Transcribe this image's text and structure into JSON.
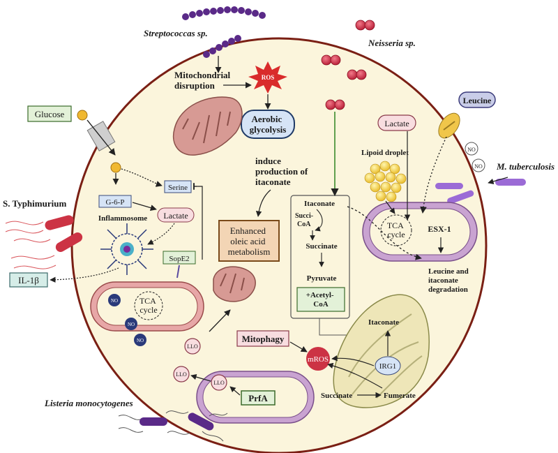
{
  "labels": {
    "streptococcus": "Streptococcas sp.",
    "neisseria": "Neisseria sp.",
    "mito_disruption_1": "Mitochondrial",
    "mito_disruption_2": "disruption",
    "ros": "ROS",
    "aerobic_1": "Aerobic",
    "aerobic_2": "glycolysis",
    "leucine": "Leucine",
    "lactate_top": "Lactate",
    "no_a": "NO",
    "no_b": "NO",
    "m_tuberculosis": "M. tuberculosis",
    "lipoid_droplet": "Lipoid droplet",
    "tca_right_1": "TCA",
    "tca_right_2": "cycle",
    "esx1": "ESX-1",
    "leucine_itaconate_1": "Leucine and",
    "leucine_itaconate_2": "itaconate",
    "leucine_itaconate_3": "degradation",
    "glucose": "Glucose",
    "serine": "Serine",
    "g6p": "G-6-P",
    "lactate_left": "Lactate",
    "inflammosome": "Inflammosome",
    "s_typhimurium": "S. Typhimurium",
    "il1b": "IL-1β",
    "sope2": "SopE2",
    "induce_1": "induce",
    "induce_2": "production of",
    "induce_3": "itaconate",
    "oleic_1": "Enhanced",
    "oleic_2": "oleic acid",
    "oleic_3": "metabolism",
    "itaconate_box": "Itaconate",
    "succi_1": "Succi-",
    "succi_2": "CoA",
    "succinate_box": "Succinate",
    "pyruvate": "Pyruvate",
    "acetyl_1": "+Acetyl-",
    "acetyl_2": "CoA",
    "no_left_1": "NO",
    "no_left_2": "NO",
    "no_left_3": "NO",
    "tca_left_1": "TCA",
    "tca_left_2": "cycle",
    "llo_1": "LLO",
    "llo_2": "LLO",
    "llo_3": "LLO",
    "mitophagy": "Mitophagy",
    "mros": "mROS",
    "itaconate_mito": "Itaconate",
    "irg1": "IRG1",
    "succinate_bottom": "Succinate",
    "fumerate": "Fumerate",
    "prfa": "PrfA",
    "listeria": "Listeria monocytogenes"
  },
  "colors": {
    "cell_fill": "#fbf5dc",
    "cell_border": "#7a1f14",
    "membrane": "#c9a3d1",
    "mito": "#d79a94",
    "bacteria_red": "#cc3344",
    "box_green": "#e3f1d8",
    "box_brown": "#f3d5b5",
    "box_blue": "#d6e4f6",
    "box_pink": "#f8dde0",
    "ros_red": "#d92b2b"
  }
}
